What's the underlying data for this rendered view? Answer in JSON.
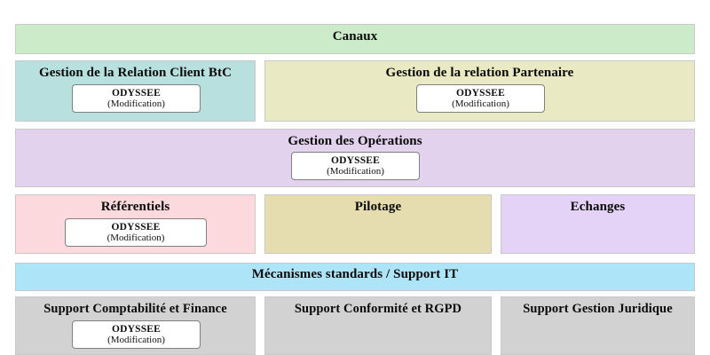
{
  "diagram": {
    "type": "capability-map",
    "title_visible": false,
    "background": "#ffffff",
    "app_badge": {
      "name": "ODYSSEE",
      "state": "(Modification)"
    },
    "rows": [
      {
        "id": "row-canaux",
        "blocks": [
          {
            "id": "canaux",
            "label": "Canaux",
            "color": "#ccecc9",
            "has_app": false
          }
        ]
      },
      {
        "id": "row-relation",
        "blocks": [
          {
            "id": "gestion-relation-client-btc",
            "label": "Gestion de la Relation Client BtC",
            "color": "#b7e0de",
            "has_app": true
          },
          {
            "id": "gestion-relation-partenaire",
            "label": "Gestion de la relation Partenaire",
            "color": "#e9e9c4",
            "has_app": true
          }
        ]
      },
      {
        "id": "row-operations",
        "blocks": [
          {
            "id": "gestion-des-operations",
            "label": "Gestion des Opérations",
            "color": "#e2d2ee",
            "has_app": true
          }
        ]
      },
      {
        "id": "row-referentiels",
        "blocks": [
          {
            "id": "referentiels",
            "label": "Référentiels",
            "color": "#fbd9dd",
            "has_app": true
          },
          {
            "id": "pilotage",
            "label": "Pilotage",
            "color": "#e5dcb0",
            "has_app": false
          },
          {
            "id": "echanges",
            "label": "Echanges",
            "color": "#e4d3f7",
            "has_app": false
          }
        ]
      },
      {
        "id": "row-mecanismes",
        "blocks": [
          {
            "id": "mecanismes-standards-support-it",
            "label": "Mécanismes standards / Support IT",
            "color": "#ade4f7",
            "has_app": false
          }
        ]
      },
      {
        "id": "row-supports",
        "blocks": [
          {
            "id": "support-comptabilite-finance",
            "label": "Support Comptabilité et Finance",
            "color": "#d2d2d2",
            "has_app": true
          },
          {
            "id": "support-conformite-rgpd",
            "label": "Support Conformité et RGPD",
            "color": "#d2d2d2",
            "has_app": false
          },
          {
            "id": "support-gestion-juridique",
            "label": "Support Gestion Juridique",
            "color": "#d2d2d2",
            "has_app": false
          }
        ]
      }
    ]
  }
}
